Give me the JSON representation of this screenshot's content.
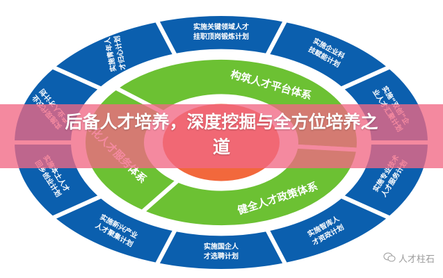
{
  "title": {
    "line1": "后备人才培养，深度挖掘与全方位培养之",
    "line2": "道"
  },
  "outer_ring": [
    {
      "line1": "实施关键领域人才",
      "line2": "挂职顶岗锻炼计划"
    },
    {
      "line1": "实施企业科",
      "line2": "技赋能计划"
    },
    {
      "line1": "实施“双创”企",
      "line2": "业人才汇聚计划"
    },
    {
      "line1": "实施专业技术",
      "line2": "人才服务计划"
    },
    {
      "line1": "实施智库人",
      "line2": "才资政计划"
    },
    {
      "line1": "实施国企人",
      "line2": "才选聘计划"
    },
    {
      "line1": "实施新兴产业",
      "line2": "人才聚集计划"
    },
    {
      "line1": "实施本土人才",
      "line2": "回乡创业计划"
    },
    {
      "line1": "实施现代农业",
      "line2": "产业人才计划"
    },
    {
      "line1": "实施青年人",
      "line2": "才归心计划"
    }
  ],
  "inner_ring": [
    "构筑人才平台体系",
    "健全人才政策体系",
    "优化人才服务体系"
  ],
  "watermark": "人才柱石",
  "colors": {
    "blue": "#0b5fae",
    "green": "#6cc133",
    "orange": "#f2683c",
    "banner": "#f16884"
  }
}
